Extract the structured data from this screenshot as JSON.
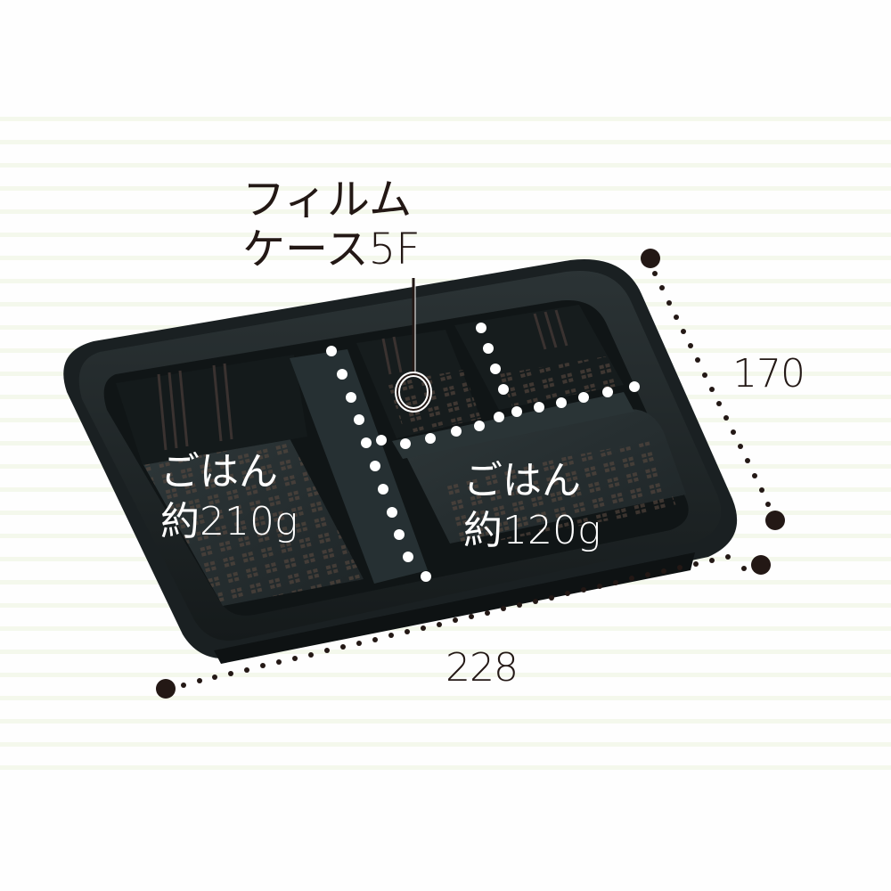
{
  "product": {
    "name_line1": "フィルム",
    "name_line2": "ケース5F"
  },
  "dimensions": {
    "width": "228",
    "depth": "170"
  },
  "compartments": [
    {
      "name": "ごはん",
      "capacity": "約210g"
    },
    {
      "name": "ごはん",
      "capacity": "約120g"
    }
  ],
  "colors": {
    "tray": "#1c2224",
    "text": "#231815",
    "stripe": "#f4f8ec",
    "callout": "#ffffff"
  },
  "icons": {
    "film-case-callout": "circle-with-leader-line",
    "dimension-markers": "dotted-line-with-dot-ends"
  }
}
